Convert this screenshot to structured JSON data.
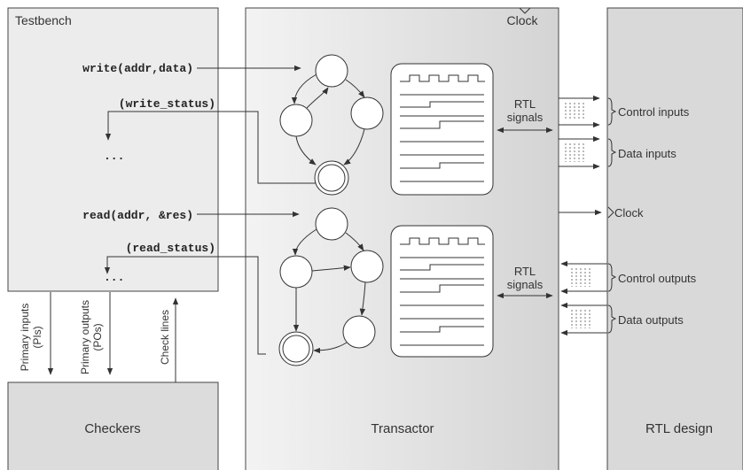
{
  "blocks": {
    "testbench": "Testbench",
    "checkers": "Checkers",
    "transactor": "Transactor",
    "rtl_design": "RTL design",
    "transactor_clock": "Clock"
  },
  "testbench_calls": {
    "write_call": "write(addr,data)",
    "write_status": "(write_status)",
    "write_ellipsis": "...",
    "read_call": "read(addr, &res)",
    "read_status": "(read_status)",
    "read_ellipsis": "..."
  },
  "vertical_lines": {
    "primary_inputs_line1": "Primary inputs",
    "primary_inputs_line2": "(PIs)",
    "primary_outputs_line1": "Primary outputs",
    "primary_outputs_line2": "(POs)",
    "check_lines": "Check lines"
  },
  "rtl_signals": {
    "upper_line1": "RTL",
    "upper_line2": "signals",
    "lower_line1": "RTL",
    "lower_line2": "signals"
  },
  "rtl_ports": {
    "control_inputs": "Control inputs",
    "data_inputs": "Data inputs",
    "clock": "Clock",
    "control_outputs": "Control outputs",
    "data_outputs": "Data outputs"
  },
  "colors": {
    "box_fill": "#ececec",
    "transactor_fill_light": "#f2f2f2",
    "transactor_fill_dark": "#d6d6d6",
    "rtl_fill": "#d9d9d9",
    "stroke": "#333333"
  }
}
